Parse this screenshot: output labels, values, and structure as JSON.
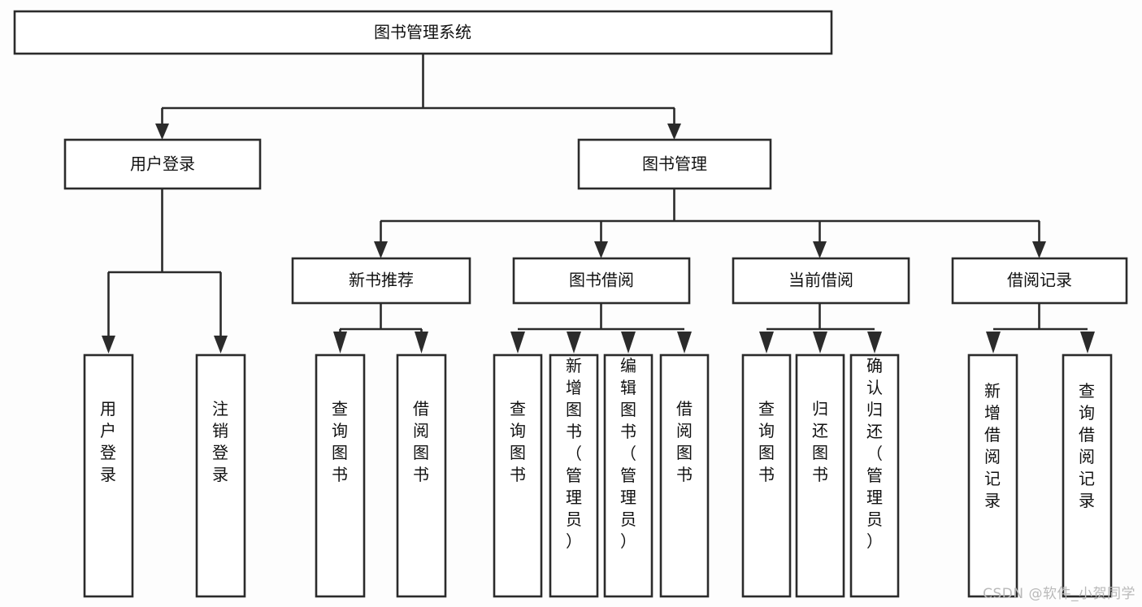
{
  "diagram": {
    "type": "tree-hierarchy-chart",
    "title": "图书管理系统",
    "watermark": "CSDN @软件_小贺同学",
    "colors": {
      "background": "#fdfdfd",
      "box_fill": "#ffffff",
      "stroke": "#2b2b2b",
      "text": "#111111",
      "watermark": "#b9b9b9"
    },
    "nodes": {
      "root": {
        "label": "图书管理系统",
        "orientation": "horizontal"
      },
      "level1": [
        {
          "id": "user-login",
          "label": "用户登录",
          "orientation": "horizontal"
        },
        {
          "id": "book-manage",
          "label": "图书管理",
          "orientation": "horizontal"
        }
      ],
      "level2": [
        {
          "id": "new-book-rec",
          "label": "新书推荐",
          "orientation": "horizontal",
          "parent": "book-manage"
        },
        {
          "id": "book-borrow",
          "label": "图书借阅",
          "orientation": "horizontal",
          "parent": "book-manage"
        },
        {
          "id": "current-borrow",
          "label": "当前借阅",
          "orientation": "horizontal",
          "parent": "book-manage"
        },
        {
          "id": "borrow-record",
          "label": "借阅记录",
          "orientation": "horizontal",
          "parent": "book-manage"
        }
      ],
      "leaves": [
        {
          "id": "leaf-user-login",
          "label": "用户登录",
          "parent": "user-login",
          "orientation": "vertical"
        },
        {
          "id": "leaf-user-logout",
          "label": "注销登录",
          "parent": "user-login",
          "orientation": "vertical"
        },
        {
          "id": "leaf-query-book-1",
          "label": "查询图书",
          "parent": "new-book-rec",
          "orientation": "vertical"
        },
        {
          "id": "leaf-borrow-book-1",
          "label": "借阅图书",
          "parent": "new-book-rec",
          "orientation": "vertical"
        },
        {
          "id": "leaf-query-book-2",
          "label": "查询图书",
          "parent": "book-borrow",
          "orientation": "vertical"
        },
        {
          "id": "leaf-add-book",
          "label": "新增图书（管理员）",
          "parent": "book-borrow",
          "orientation": "vertical"
        },
        {
          "id": "leaf-edit-book",
          "label": "编辑图书（管理员）",
          "parent": "book-borrow",
          "orientation": "vertical"
        },
        {
          "id": "leaf-borrow-book-2",
          "label": "借阅图书",
          "parent": "book-borrow",
          "orientation": "vertical"
        },
        {
          "id": "leaf-query-book-3",
          "label": "查询图书",
          "parent": "current-borrow",
          "orientation": "vertical"
        },
        {
          "id": "leaf-return-book",
          "label": "归还图书",
          "parent": "current-borrow",
          "orientation": "vertical"
        },
        {
          "id": "leaf-confirm-return",
          "label": "确认归还（管理员）",
          "parent": "current-borrow",
          "orientation": "vertical"
        },
        {
          "id": "leaf-add-record",
          "label": "新增借阅记录",
          "parent": "borrow-record",
          "orientation": "vertical"
        },
        {
          "id": "leaf-query-record",
          "label": "查询借阅记录",
          "parent": "borrow-record",
          "orientation": "vertical"
        }
      ]
    }
  }
}
